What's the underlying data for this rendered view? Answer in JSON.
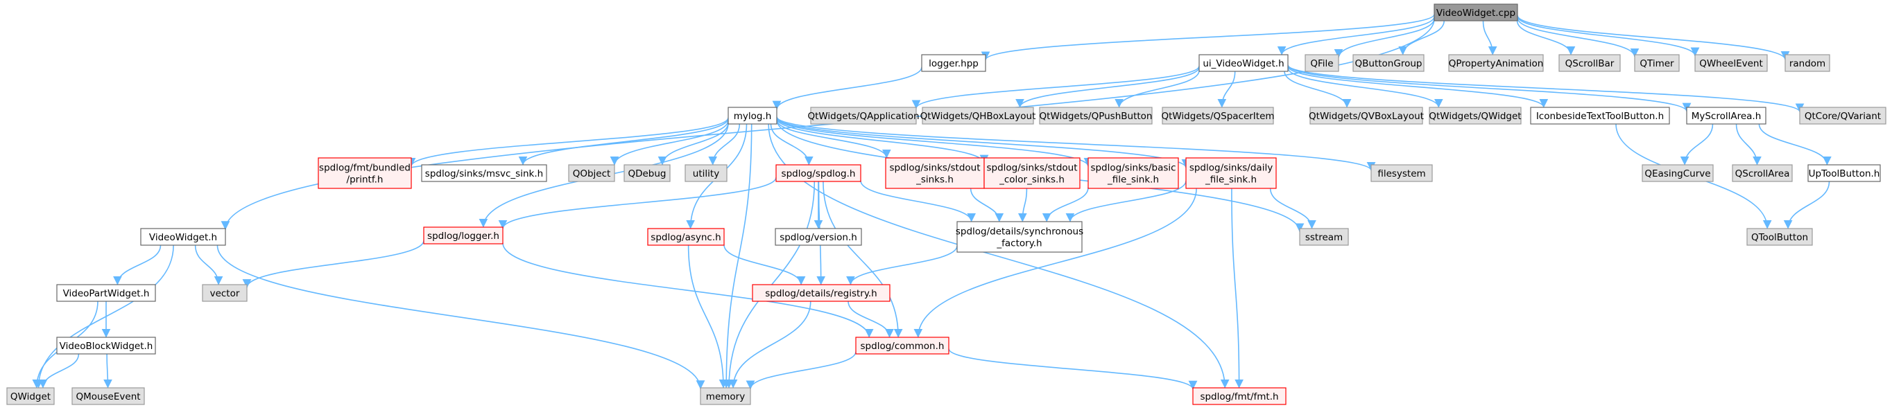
{
  "colors": {
    "edge": "#63b8ff",
    "root_fill": "#999999",
    "root_stroke": "#666666",
    "local_fill": "#ffffff",
    "local_stroke": "#666666",
    "system_fill": "#e0e0e0",
    "system_stroke": "#999999",
    "truncated_fill": "#fff0f0",
    "truncated_stroke": "#ff0000"
  },
  "nodes": [
    {
      "id": "videowidget_cpp",
      "kind": "root",
      "lines": [
        "VideoWidget.cpp"
      ]
    },
    {
      "id": "logger_hpp",
      "kind": "local",
      "lines": [
        "logger.hpp"
      ]
    },
    {
      "id": "ui_videowidget_h",
      "kind": "local",
      "lines": [
        "ui_VideoWidget.h"
      ]
    },
    {
      "id": "qfile",
      "kind": "system",
      "lines": [
        "QFile"
      ]
    },
    {
      "id": "qbuttongroup",
      "kind": "system",
      "lines": [
        "QButtonGroup"
      ]
    },
    {
      "id": "qpropertyanimation",
      "kind": "system",
      "lines": [
        "QPropertyAnimation"
      ]
    },
    {
      "id": "qscrollbar",
      "kind": "system",
      "lines": [
        "QScrollBar"
      ]
    },
    {
      "id": "qtimer",
      "kind": "system",
      "lines": [
        "QTimer"
      ]
    },
    {
      "id": "qwheelevent",
      "kind": "system",
      "lines": [
        "QWheelEvent"
      ]
    },
    {
      "id": "random",
      "kind": "system",
      "lines": [
        "random"
      ]
    },
    {
      "id": "mylog_h",
      "kind": "local",
      "lines": [
        "mylog.h"
      ]
    },
    {
      "id": "qtw_qapplication",
      "kind": "system",
      "lines": [
        "QtWidgets/QApplication"
      ]
    },
    {
      "id": "qtw_qhboxlayout",
      "kind": "system",
      "lines": [
        "QtWidgets/QHBoxLayout"
      ]
    },
    {
      "id": "qtw_qpushbutton",
      "kind": "system",
      "lines": [
        "QtWidgets/QPushButton"
      ]
    },
    {
      "id": "qtw_qspaceritem",
      "kind": "system",
      "lines": [
        "QtWidgets/QSpacerItem"
      ]
    },
    {
      "id": "qtw_qvboxlayout",
      "kind": "system",
      "lines": [
        "QtWidgets/QVBoxLayout"
      ]
    },
    {
      "id": "qtw_qwidget",
      "kind": "system",
      "lines": [
        "QtWidgets/QWidget"
      ]
    },
    {
      "id": "iconbeside_h",
      "kind": "local",
      "lines": [
        "IconbesideTextToolButton.h"
      ]
    },
    {
      "id": "myscrollarea_h",
      "kind": "local",
      "lines": [
        "MyScrollArea.h"
      ]
    },
    {
      "id": "qtcore_qvariant",
      "kind": "system",
      "lines": [
        "QtCore/QVariant"
      ]
    },
    {
      "id": "fmt_printf",
      "kind": "truncated",
      "lines": [
        "spdlog/fmt/bundled",
        "/printf.h"
      ]
    },
    {
      "id": "msvc_sink",
      "kind": "local",
      "lines": [
        "spdlog/sinks/msvc_sink.h"
      ]
    },
    {
      "id": "qobject",
      "kind": "system",
      "lines": [
        "QObject"
      ]
    },
    {
      "id": "qdebug",
      "kind": "system",
      "lines": [
        "QDebug"
      ]
    },
    {
      "id": "utility",
      "kind": "system",
      "lines": [
        "utility"
      ]
    },
    {
      "id": "spdlog_h",
      "kind": "truncated",
      "lines": [
        "spdlog/spdlog.h"
      ]
    },
    {
      "id": "stdout_sinks",
      "kind": "truncated",
      "lines": [
        "spdlog/sinks/stdout",
        "_sinks.h"
      ]
    },
    {
      "id": "stdout_color_sinks",
      "kind": "truncated",
      "lines": [
        "spdlog/sinks/stdout",
        "_color_sinks.h"
      ]
    },
    {
      "id": "basic_file_sink",
      "kind": "truncated",
      "lines": [
        "spdlog/sinks/basic",
        "_file_sink.h"
      ]
    },
    {
      "id": "daily_file_sink",
      "kind": "truncated",
      "lines": [
        "spdlog/sinks/daily",
        "_file_sink.h"
      ]
    },
    {
      "id": "filesystem",
      "kind": "system",
      "lines": [
        "filesystem"
      ]
    },
    {
      "id": "qeasingcurve",
      "kind": "system",
      "lines": [
        "QEasingCurve"
      ]
    },
    {
      "id": "qscrollarea",
      "kind": "system",
      "lines": [
        "QScrollArea"
      ]
    },
    {
      "id": "uptoolbutton_h",
      "kind": "local",
      "lines": [
        "UpToolButton.h"
      ]
    },
    {
      "id": "videowidget_h",
      "kind": "local",
      "lines": [
        "VideoWidget.h"
      ]
    },
    {
      "id": "logger_h",
      "kind": "truncated",
      "lines": [
        "spdlog/logger.h"
      ]
    },
    {
      "id": "async_h",
      "kind": "truncated",
      "lines": [
        "spdlog/async.h"
      ]
    },
    {
      "id": "version_h",
      "kind": "local",
      "lines": [
        "spdlog/version.h"
      ]
    },
    {
      "id": "sync_factory",
      "kind": "local",
      "lines": [
        "spdlog/details/synchronous",
        "_factory.h"
      ]
    },
    {
      "id": "sstream",
      "kind": "system",
      "lines": [
        "sstream"
      ]
    },
    {
      "id": "qtoolbutton",
      "kind": "system",
      "lines": [
        "QToolButton"
      ]
    },
    {
      "id": "videopartwidget_h",
      "kind": "local",
      "lines": [
        "VideoPartWidget.h"
      ]
    },
    {
      "id": "vector",
      "kind": "system",
      "lines": [
        "vector"
      ]
    },
    {
      "id": "registry_h",
      "kind": "truncated",
      "lines": [
        "spdlog/details/registry.h"
      ]
    },
    {
      "id": "videoblockwidget_h",
      "kind": "local",
      "lines": [
        "VideoBlockWidget.h"
      ]
    },
    {
      "id": "common_h",
      "kind": "truncated",
      "lines": [
        "spdlog/common.h"
      ]
    },
    {
      "id": "qwidget",
      "kind": "system",
      "lines": [
        "QWidget"
      ]
    },
    {
      "id": "qmouseevent",
      "kind": "system",
      "lines": [
        "QMouseEvent"
      ]
    },
    {
      "id": "memory",
      "kind": "system",
      "lines": [
        "memory"
      ]
    },
    {
      "id": "fmt_h",
      "kind": "truncated",
      "lines": [
        "spdlog/fmt/fmt.h"
      ]
    }
  ],
  "edges": [
    [
      "videowidget_cpp",
      "logger_hpp"
    ],
    [
      "videowidget_cpp",
      "ui_videowidget_h"
    ],
    [
      "videowidget_cpp",
      "qfile"
    ],
    [
      "videowidget_cpp",
      "qbuttongroup"
    ],
    [
      "videowidget_cpp",
      "qpropertyanimation"
    ],
    [
      "videowidget_cpp",
      "qscrollbar"
    ],
    [
      "videowidget_cpp",
      "qtimer"
    ],
    [
      "videowidget_cpp",
      "qwheelevent"
    ],
    [
      "videowidget_cpp",
      "random"
    ],
    [
      "videowidget_cpp",
      "videowidget_h"
    ],
    [
      "logger_hpp",
      "mylog_h"
    ],
    [
      "ui_videowidget_h",
      "qtw_qapplication"
    ],
    [
      "ui_videowidget_h",
      "qtw_qhboxlayout"
    ],
    [
      "ui_videowidget_h",
      "qtw_qpushbutton"
    ],
    [
      "ui_videowidget_h",
      "qtw_qspaceritem"
    ],
    [
      "ui_videowidget_h",
      "qtw_qvboxlayout"
    ],
    [
      "ui_videowidget_h",
      "qtw_qwidget"
    ],
    [
      "ui_videowidget_h",
      "iconbeside_h"
    ],
    [
      "ui_videowidget_h",
      "myscrollarea_h"
    ],
    [
      "ui_videowidget_h",
      "qtcore_qvariant"
    ],
    [
      "mylog_h",
      "fmt_printf"
    ],
    [
      "mylog_h",
      "msvc_sink"
    ],
    [
      "mylog_h",
      "qobject"
    ],
    [
      "mylog_h",
      "qdebug"
    ],
    [
      "mylog_h",
      "utility"
    ],
    [
      "mylog_h",
      "spdlog_h"
    ],
    [
      "mylog_h",
      "stdout_sinks"
    ],
    [
      "mylog_h",
      "stdout_color_sinks"
    ],
    [
      "mylog_h",
      "basic_file_sink"
    ],
    [
      "mylog_h",
      "daily_file_sink"
    ],
    [
      "mylog_h",
      "filesystem"
    ],
    [
      "mylog_h",
      "logger_h"
    ],
    [
      "mylog_h",
      "async_h"
    ],
    [
      "mylog_h",
      "memory"
    ],
    [
      "mylog_h",
      "sstream"
    ],
    [
      "mylog_h",
      "fmt_h"
    ],
    [
      "iconbeside_h",
      "qtoolbutton"
    ],
    [
      "myscrollarea_h",
      "qeasingcurve"
    ],
    [
      "myscrollarea_h",
      "qscrollarea"
    ],
    [
      "myscrollarea_h",
      "uptoolbutton_h"
    ],
    [
      "uptoolbutton_h",
      "qtoolbutton"
    ],
    [
      "spdlog_h",
      "logger_h"
    ],
    [
      "spdlog_h",
      "version_h"
    ],
    [
      "spdlog_h",
      "sync_factory"
    ],
    [
      "spdlog_h",
      "registry_h"
    ],
    [
      "spdlog_h",
      "common_h"
    ],
    [
      "spdlog_h",
      "memory"
    ],
    [
      "stdout_sinks",
      "sync_factory"
    ],
    [
      "stdout_color_sinks",
      "sync_factory"
    ],
    [
      "basic_file_sink",
      "sync_factory"
    ],
    [
      "daily_file_sink",
      "sync_factory"
    ],
    [
      "daily_file_sink",
      "sstream"
    ],
    [
      "daily_file_sink",
      "common_h"
    ],
    [
      "daily_file_sink",
      "fmt_h"
    ],
    [
      "sync_factory",
      "registry_h"
    ],
    [
      "async_h",
      "registry_h"
    ],
    [
      "async_h",
      "memory"
    ],
    [
      "logger_h",
      "vector"
    ],
    [
      "logger_h",
      "common_h"
    ],
    [
      "registry_h",
      "common_h"
    ],
    [
      "registry_h",
      "memory"
    ],
    [
      "common_h",
      "memory"
    ],
    [
      "common_h",
      "fmt_h"
    ],
    [
      "videowidget_h",
      "videopartwidget_h"
    ],
    [
      "videowidget_h",
      "vector"
    ],
    [
      "videowidget_h",
      "qwidget"
    ],
    [
      "videowidget_h",
      "memory"
    ],
    [
      "videopartwidget_h",
      "videoblockwidget_h"
    ],
    [
      "videopartwidget_h",
      "qwidget"
    ],
    [
      "videoblockwidget_h",
      "qwidget"
    ],
    [
      "videoblockwidget_h",
      "qmouseevent"
    ]
  ]
}
